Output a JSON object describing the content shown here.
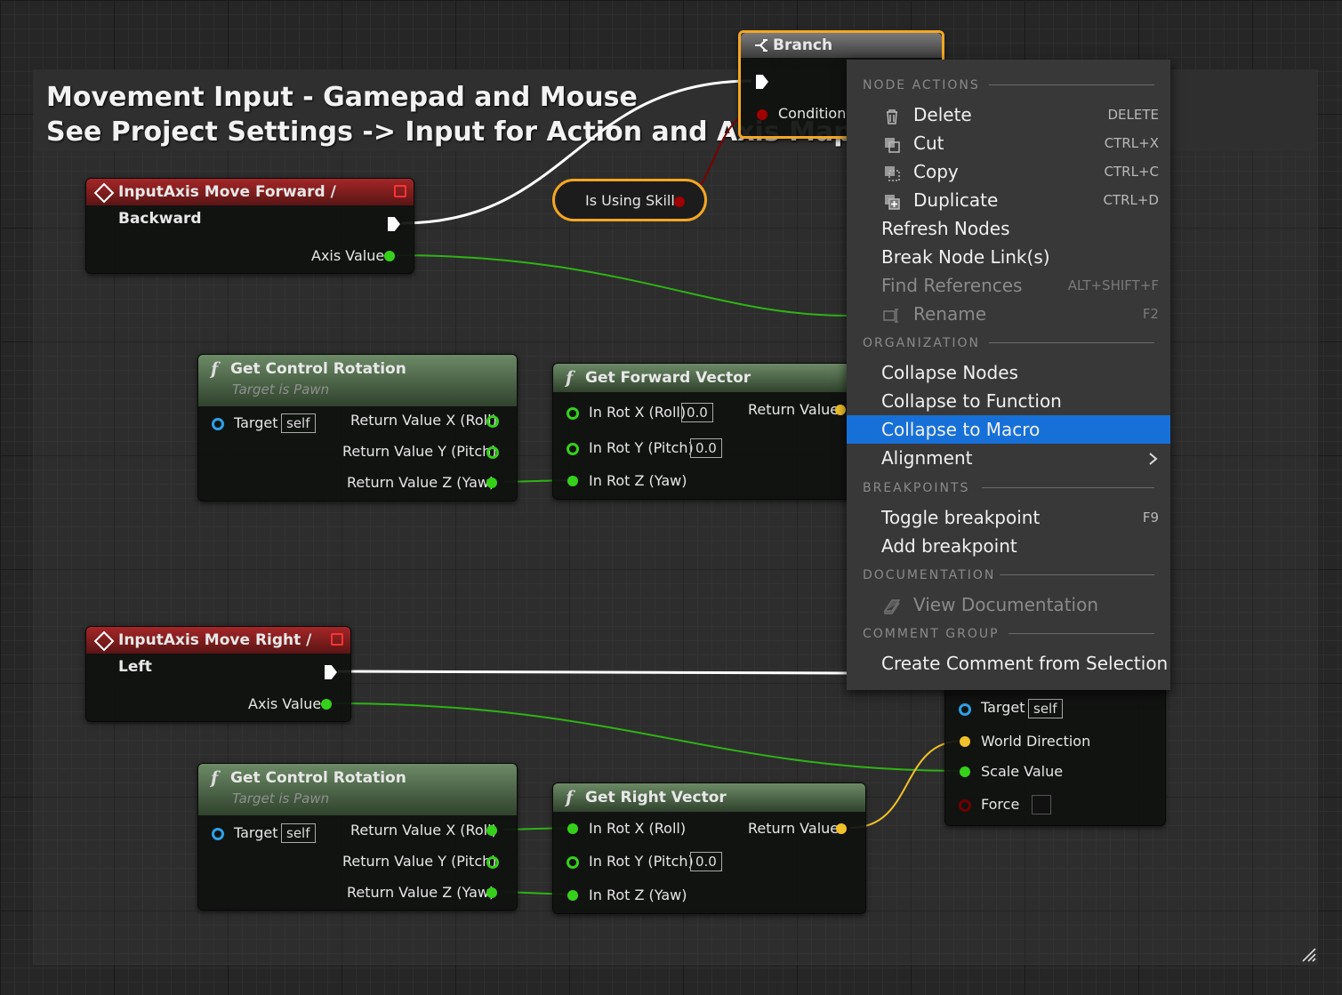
{
  "comment": {
    "line1": "Movement Input - Gamepad and Mouse",
    "line2": "See Project Settings -> Input for Action and Axis Mappings"
  },
  "branch_node": {
    "title": "Branch",
    "condition": "Condition"
  },
  "is_using_skill": "Is Using Skill",
  "forward_axis": {
    "title": "InputAxis Move Forward / Backward",
    "axis_value": "Axis Value"
  },
  "right_axis": {
    "title": "InputAxis Move Right / Left",
    "axis_value": "Axis Value"
  },
  "control_rotation_1": {
    "title": "Get Control Rotation",
    "subtitle": "Target is Pawn",
    "target": "Target",
    "self": "self",
    "out_x": "Return Value X (Roll)",
    "out_y": "Return Value Y (Pitch)",
    "out_z": "Return Value Z (Yaw)"
  },
  "control_rotation_2": {
    "title": "Get Control Rotation",
    "subtitle": "Target is Pawn",
    "target": "Target",
    "self": "self",
    "out_x": "Return Value X (Roll)",
    "out_y": "Return Value Y (Pitch)",
    "out_z": "Return Value Z (Yaw)"
  },
  "forward_vector": {
    "title": "Get Forward Vector",
    "in_x": "In Rot X (Roll)",
    "in_x_val": "0.0",
    "in_y": "In Rot Y (Pitch)",
    "in_y_val": "0.0",
    "in_z": "In Rot Z (Yaw)",
    "ret": "Return Value"
  },
  "right_vector": {
    "title": "Get Right Vector",
    "in_x": "In Rot X (Roll)",
    "in_y": "In Rot Y (Pitch)",
    "in_y_val": "0.0",
    "in_z": "In Rot Z (Yaw)",
    "ret": "Return Value"
  },
  "add_movement": {
    "target": "Target",
    "self": "self",
    "world_direction": "World Direction",
    "scale_value": "Scale Value",
    "force": "Force"
  },
  "context_menu": {
    "sections": [
      "NODE ACTIONS",
      "ORGANIZATION",
      "BREAKPOINTS",
      "DOCUMENTATION",
      "COMMENT GROUP"
    ],
    "items": [
      {
        "label": "Delete",
        "key": "DELETE",
        "icon": "trash-icon"
      },
      {
        "label": "Cut",
        "key": "CTRL+X",
        "icon": "cut-icon"
      },
      {
        "label": "Copy",
        "key": "CTRL+C",
        "icon": "copy-icon"
      },
      {
        "label": "Duplicate",
        "key": "CTRL+D",
        "icon": "duplicate-icon"
      },
      {
        "label": "Refresh Nodes",
        "key": ""
      },
      {
        "label": "Break Node Link(s)",
        "key": ""
      },
      {
        "label": "Find References",
        "key": "ALT+SHIFT+F",
        "disabled": true
      },
      {
        "label": "Rename",
        "key": "F2",
        "icon": "rename-icon",
        "disabled": true
      },
      {
        "label": "Collapse Nodes",
        "key": ""
      },
      {
        "label": "Collapse to Function",
        "key": ""
      },
      {
        "label": "Collapse to Macro",
        "key": "",
        "highlighted": true
      },
      {
        "label": "Alignment",
        "key": "",
        "submenu": true
      },
      {
        "label": "Toggle breakpoint",
        "key": "F9"
      },
      {
        "label": "Add breakpoint",
        "key": ""
      },
      {
        "label": "View Documentation",
        "key": "",
        "icon": "documentation-icon",
        "disabled": true
      },
      {
        "label": "Create Comment from Selection",
        "key": ""
      }
    ]
  },
  "colors": {
    "exec": "#ffffff",
    "float": "#35d11a",
    "vector": "#f0c12a",
    "object": "#2da1e6",
    "bool": "#a10000",
    "selection": "#f5a623",
    "menu_highlight": "#1670d8"
  }
}
